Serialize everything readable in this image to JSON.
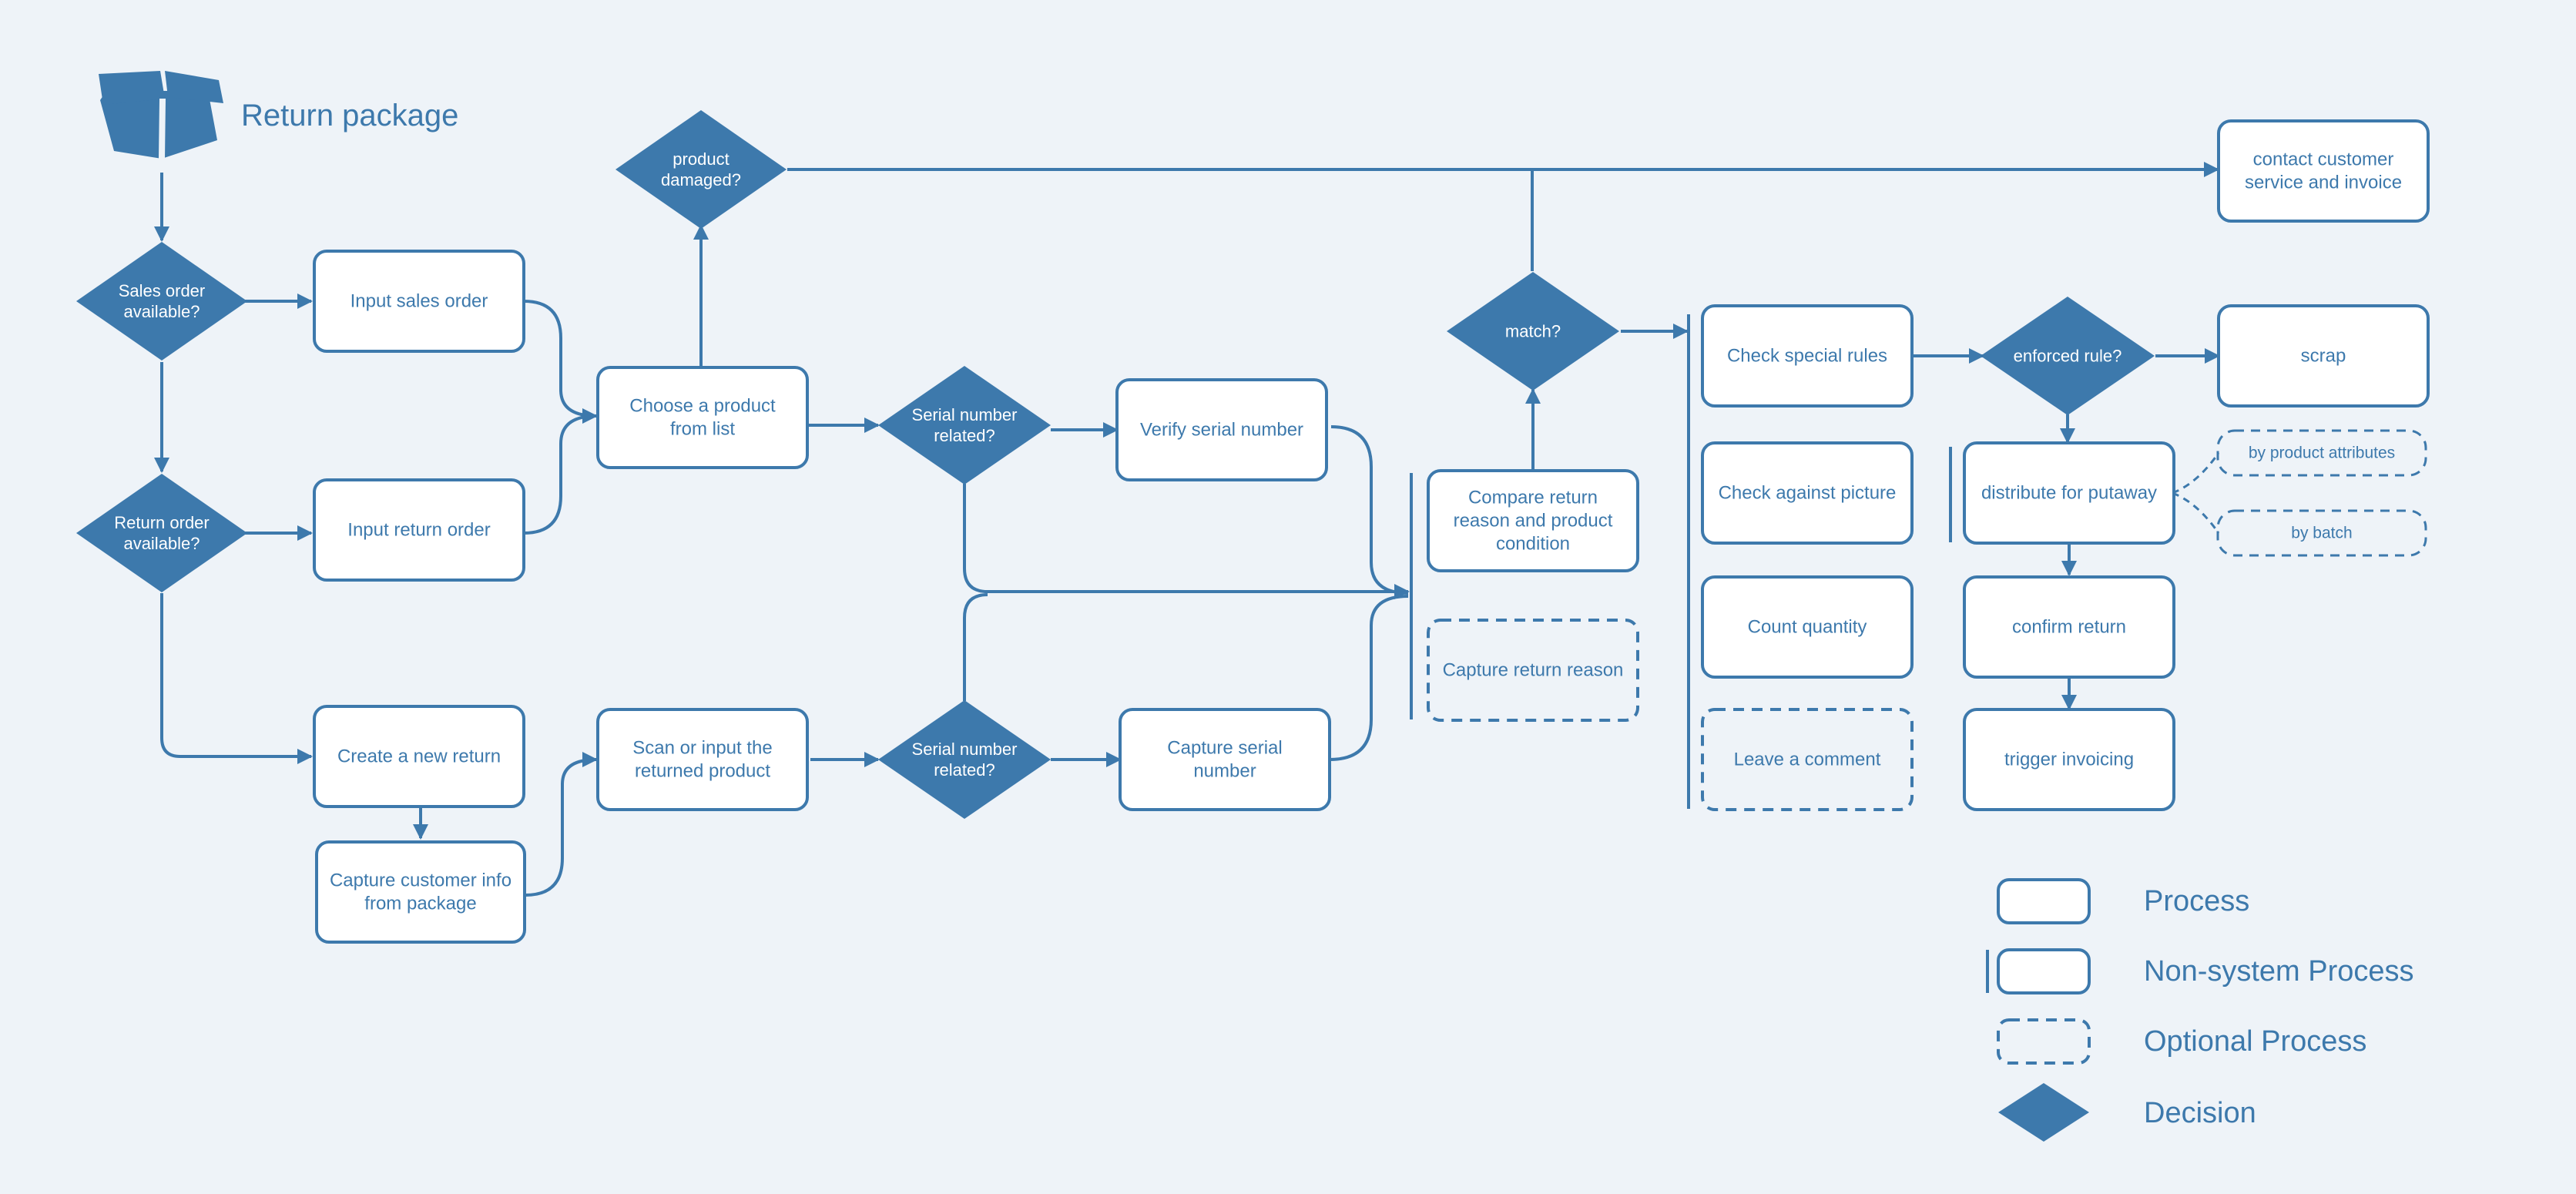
{
  "title": "Return package",
  "nodes": {
    "sales_order": {
      "kind": "decision",
      "lines": [
        "Sales order",
        "available?"
      ]
    },
    "return_order": {
      "kind": "decision",
      "lines": [
        "Return order",
        "available?"
      ]
    },
    "input_sales": {
      "kind": "process",
      "lines": [
        "Input sales order"
      ]
    },
    "input_return": {
      "kind": "process",
      "lines": [
        "Input return order"
      ]
    },
    "create_return": {
      "kind": "process",
      "lines": [
        "Create a new return"
      ]
    },
    "capture_customer": {
      "kind": "process",
      "lines": [
        "Capture customer info",
        "from package"
      ]
    },
    "choose_product": {
      "kind": "process",
      "lines": [
        "Choose a product",
        "from list"
      ]
    },
    "scan_product": {
      "kind": "process",
      "lines": [
        "Scan or input the",
        "returned product"
      ]
    },
    "product_damaged": {
      "kind": "decision",
      "lines": [
        "product",
        "damaged?"
      ]
    },
    "serial_related_1": {
      "kind": "decision",
      "lines": [
        "Serial number",
        "related?"
      ]
    },
    "serial_related_2": {
      "kind": "decision",
      "lines": [
        "Serial number",
        "related?"
      ]
    },
    "verify_serial": {
      "kind": "process",
      "lines": [
        "Verify serial number"
      ]
    },
    "capture_serial": {
      "kind": "process",
      "lines": [
        "Capture serial",
        "number"
      ]
    },
    "compare_reason": {
      "kind": "process",
      "lines": [
        "Compare return",
        "reason and product",
        "condition"
      ]
    },
    "capture_reason": {
      "kind": "optional",
      "lines": [
        "Capture return reason"
      ]
    },
    "match": {
      "kind": "decision",
      "lines": [
        "match?"
      ]
    },
    "contact_customer": {
      "kind": "process",
      "lines": [
        "contact customer",
        "service and invoice"
      ]
    },
    "check_rules": {
      "kind": "process",
      "lines": [
        "Check special rules"
      ]
    },
    "check_picture": {
      "kind": "process",
      "lines": [
        "Check against picture"
      ]
    },
    "count_quantity": {
      "kind": "process",
      "lines": [
        "Count quantity"
      ]
    },
    "leave_comment": {
      "kind": "optional",
      "lines": [
        "Leave a comment"
      ]
    },
    "enforced_rule": {
      "kind": "decision",
      "lines": [
        "enforced rule?"
      ]
    },
    "scrap": {
      "kind": "process",
      "lines": [
        "scrap"
      ]
    },
    "distribute": {
      "kind": "process",
      "lines": [
        "distribute for putaway"
      ]
    },
    "by_attributes": {
      "kind": "optional-thin",
      "lines": [
        "by product attributes"
      ]
    },
    "by_batch": {
      "kind": "optional-thin",
      "lines": [
        "by batch"
      ]
    },
    "confirm_return": {
      "kind": "process",
      "lines": [
        "confirm return"
      ]
    },
    "trigger_invoicing": {
      "kind": "process",
      "lines": [
        "trigger invoicing"
      ]
    }
  },
  "legend": {
    "process": "Process",
    "non_system": "Non-system Process",
    "optional": "Optional Process",
    "decision": "Decision"
  },
  "colors": {
    "primary": "#3d79ac",
    "background": "#eef3f8",
    "box_fill": "#ffffff"
  }
}
